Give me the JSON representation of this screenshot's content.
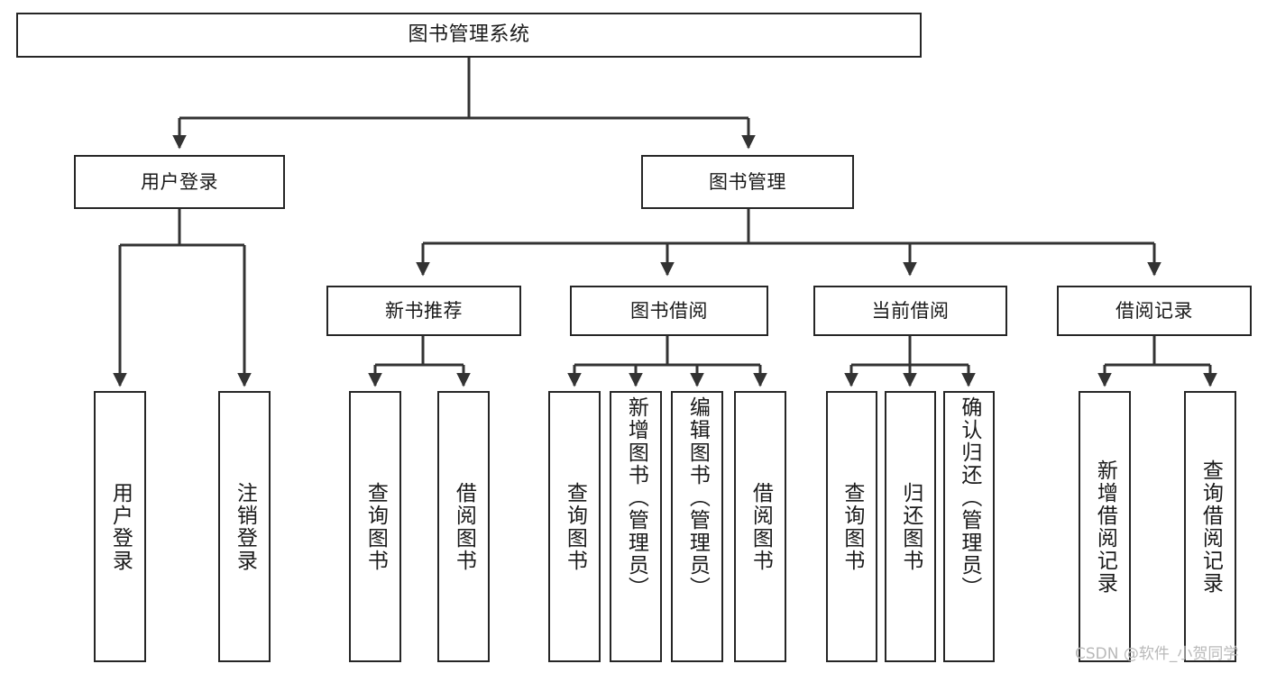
{
  "diagram": {
    "title": "图书管理系统",
    "type": "tree",
    "orientation": "top-down",
    "line_color": "#262626",
    "box_fill": "#ffffff",
    "text_color": "#1a1a1a",
    "watermark": "CSDN @软件_小贺同学",
    "nodes": {
      "root": {
        "label": "图书管理系统"
      },
      "level1": [
        {
          "id": "user-login",
          "label": "用户登录"
        },
        {
          "id": "book-manage",
          "label": "图书管理"
        }
      ],
      "level2": [
        {
          "id": "new-book-recommend",
          "label": "新书推荐"
        },
        {
          "id": "book-borrow",
          "label": "图书借阅"
        },
        {
          "id": "current-borrow",
          "label": "当前借阅"
        },
        {
          "id": "borrow-record",
          "label": "借阅记录"
        }
      ],
      "leaves": {
        "user-login": [
          {
            "id": "leaf-user-login",
            "label": "用户登录"
          },
          {
            "id": "leaf-user-logout",
            "label": "注销登录"
          }
        ],
        "new-book-recommend": [
          {
            "id": "leaf-query-book-1",
            "label": "查询图书"
          },
          {
            "id": "leaf-borrow-book-1",
            "label": "借阅图书"
          }
        ],
        "book-borrow": [
          {
            "id": "leaf-query-book-2",
            "label": "查询图书"
          },
          {
            "id": "leaf-add-book",
            "label": "新增图书（管理员）"
          },
          {
            "id": "leaf-edit-book",
            "label": "编辑图书（管理员）"
          },
          {
            "id": "leaf-borrow-book-2",
            "label": "借阅图书"
          }
        ],
        "current-borrow": [
          {
            "id": "leaf-query-book-3",
            "label": "查询图书"
          },
          {
            "id": "leaf-return-book",
            "label": "归还图书"
          },
          {
            "id": "leaf-confirm-return",
            "label": "确认归还（管理员）"
          }
        ],
        "borrow-record": [
          {
            "id": "leaf-add-record",
            "label": "新增借阅记录"
          },
          {
            "id": "leaf-query-record",
            "label": "查询借阅记录"
          }
        ]
      }
    }
  }
}
